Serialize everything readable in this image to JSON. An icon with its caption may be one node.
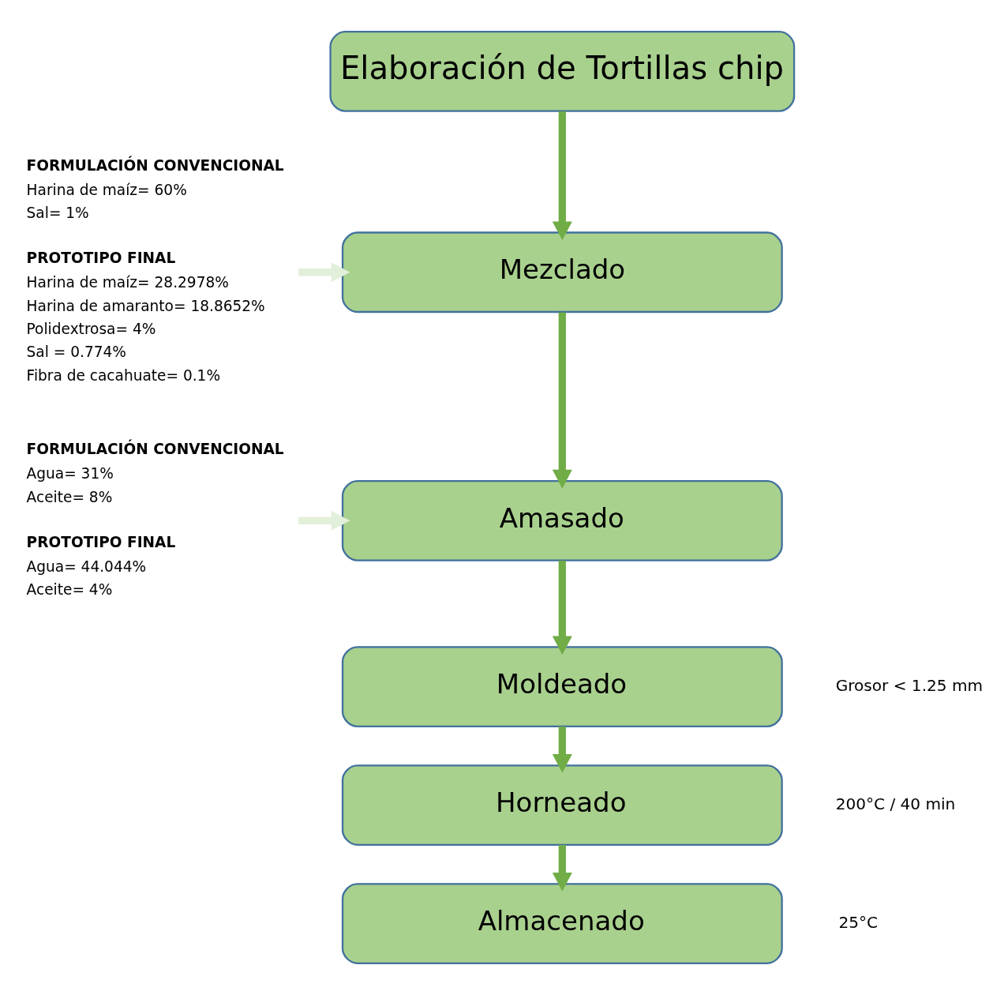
{
  "diagram": {
    "nodes": [
      {
        "text": [
          "Elaboración de Tortillas chip"
        ]
      },
      {
        "text": [
          "FORMULACIÓN CONVENCIONAL",
          "Harina de maíz= 60%",
          "Sal= 1%",
          "PROTOTIPO FINAL",
          "Harina de maíz= 28.2978%",
          "Harina de amaranto= 18.8652%",
          "Polidextrosa= 4%",
          "Sal = 0.774%",
          "Fibra de cacahuate= 0.1%"
        ]
      },
      {
        "text": [
          "Mezclado"
        ]
      },
      {
        "text": [
          "FORMULACIÓN CONVENCIONAL",
          "Agua= 31%",
          "Aceite= 8%",
          "PROTOTIPO FINAL",
          "Agua= 44.044%",
          "Aceite= 4%"
        ]
      },
      {
        "text": [
          "Amasado"
        ]
      },
      {
        "text": [
          "Moldeado"
        ],
        "beside": [
          "Grosor < 1.25 mm"
        ]
      },
      {
        "text": [
          "Horneado"
        ],
        "beside": [
          "200°C / 40 min"
        ]
      },
      {
        "text": [
          "Almacenado"
        ],
        "beside": [
          "25°C"
        ]
      }
    ],
    "edges": [
      {
        "from": 0,
        "to": 2,
        "arrow": "to"
      },
      {
        "from": 1,
        "to": 2,
        "arrow": "to",
        "color": "#e2efda"
      },
      {
        "from": 2,
        "to": 4,
        "arrow": "to"
      },
      {
        "from": 3,
        "to": 4,
        "arrow": "to",
        "color": "#e2efda"
      },
      {
        "from": 4,
        "to": 5,
        "arrow": "to"
      },
      {
        "from": 5,
        "to": 6,
        "arrow": "to"
      },
      {
        "from": 6,
        "to": 7,
        "arrow": "to"
      }
    ]
  }
}
